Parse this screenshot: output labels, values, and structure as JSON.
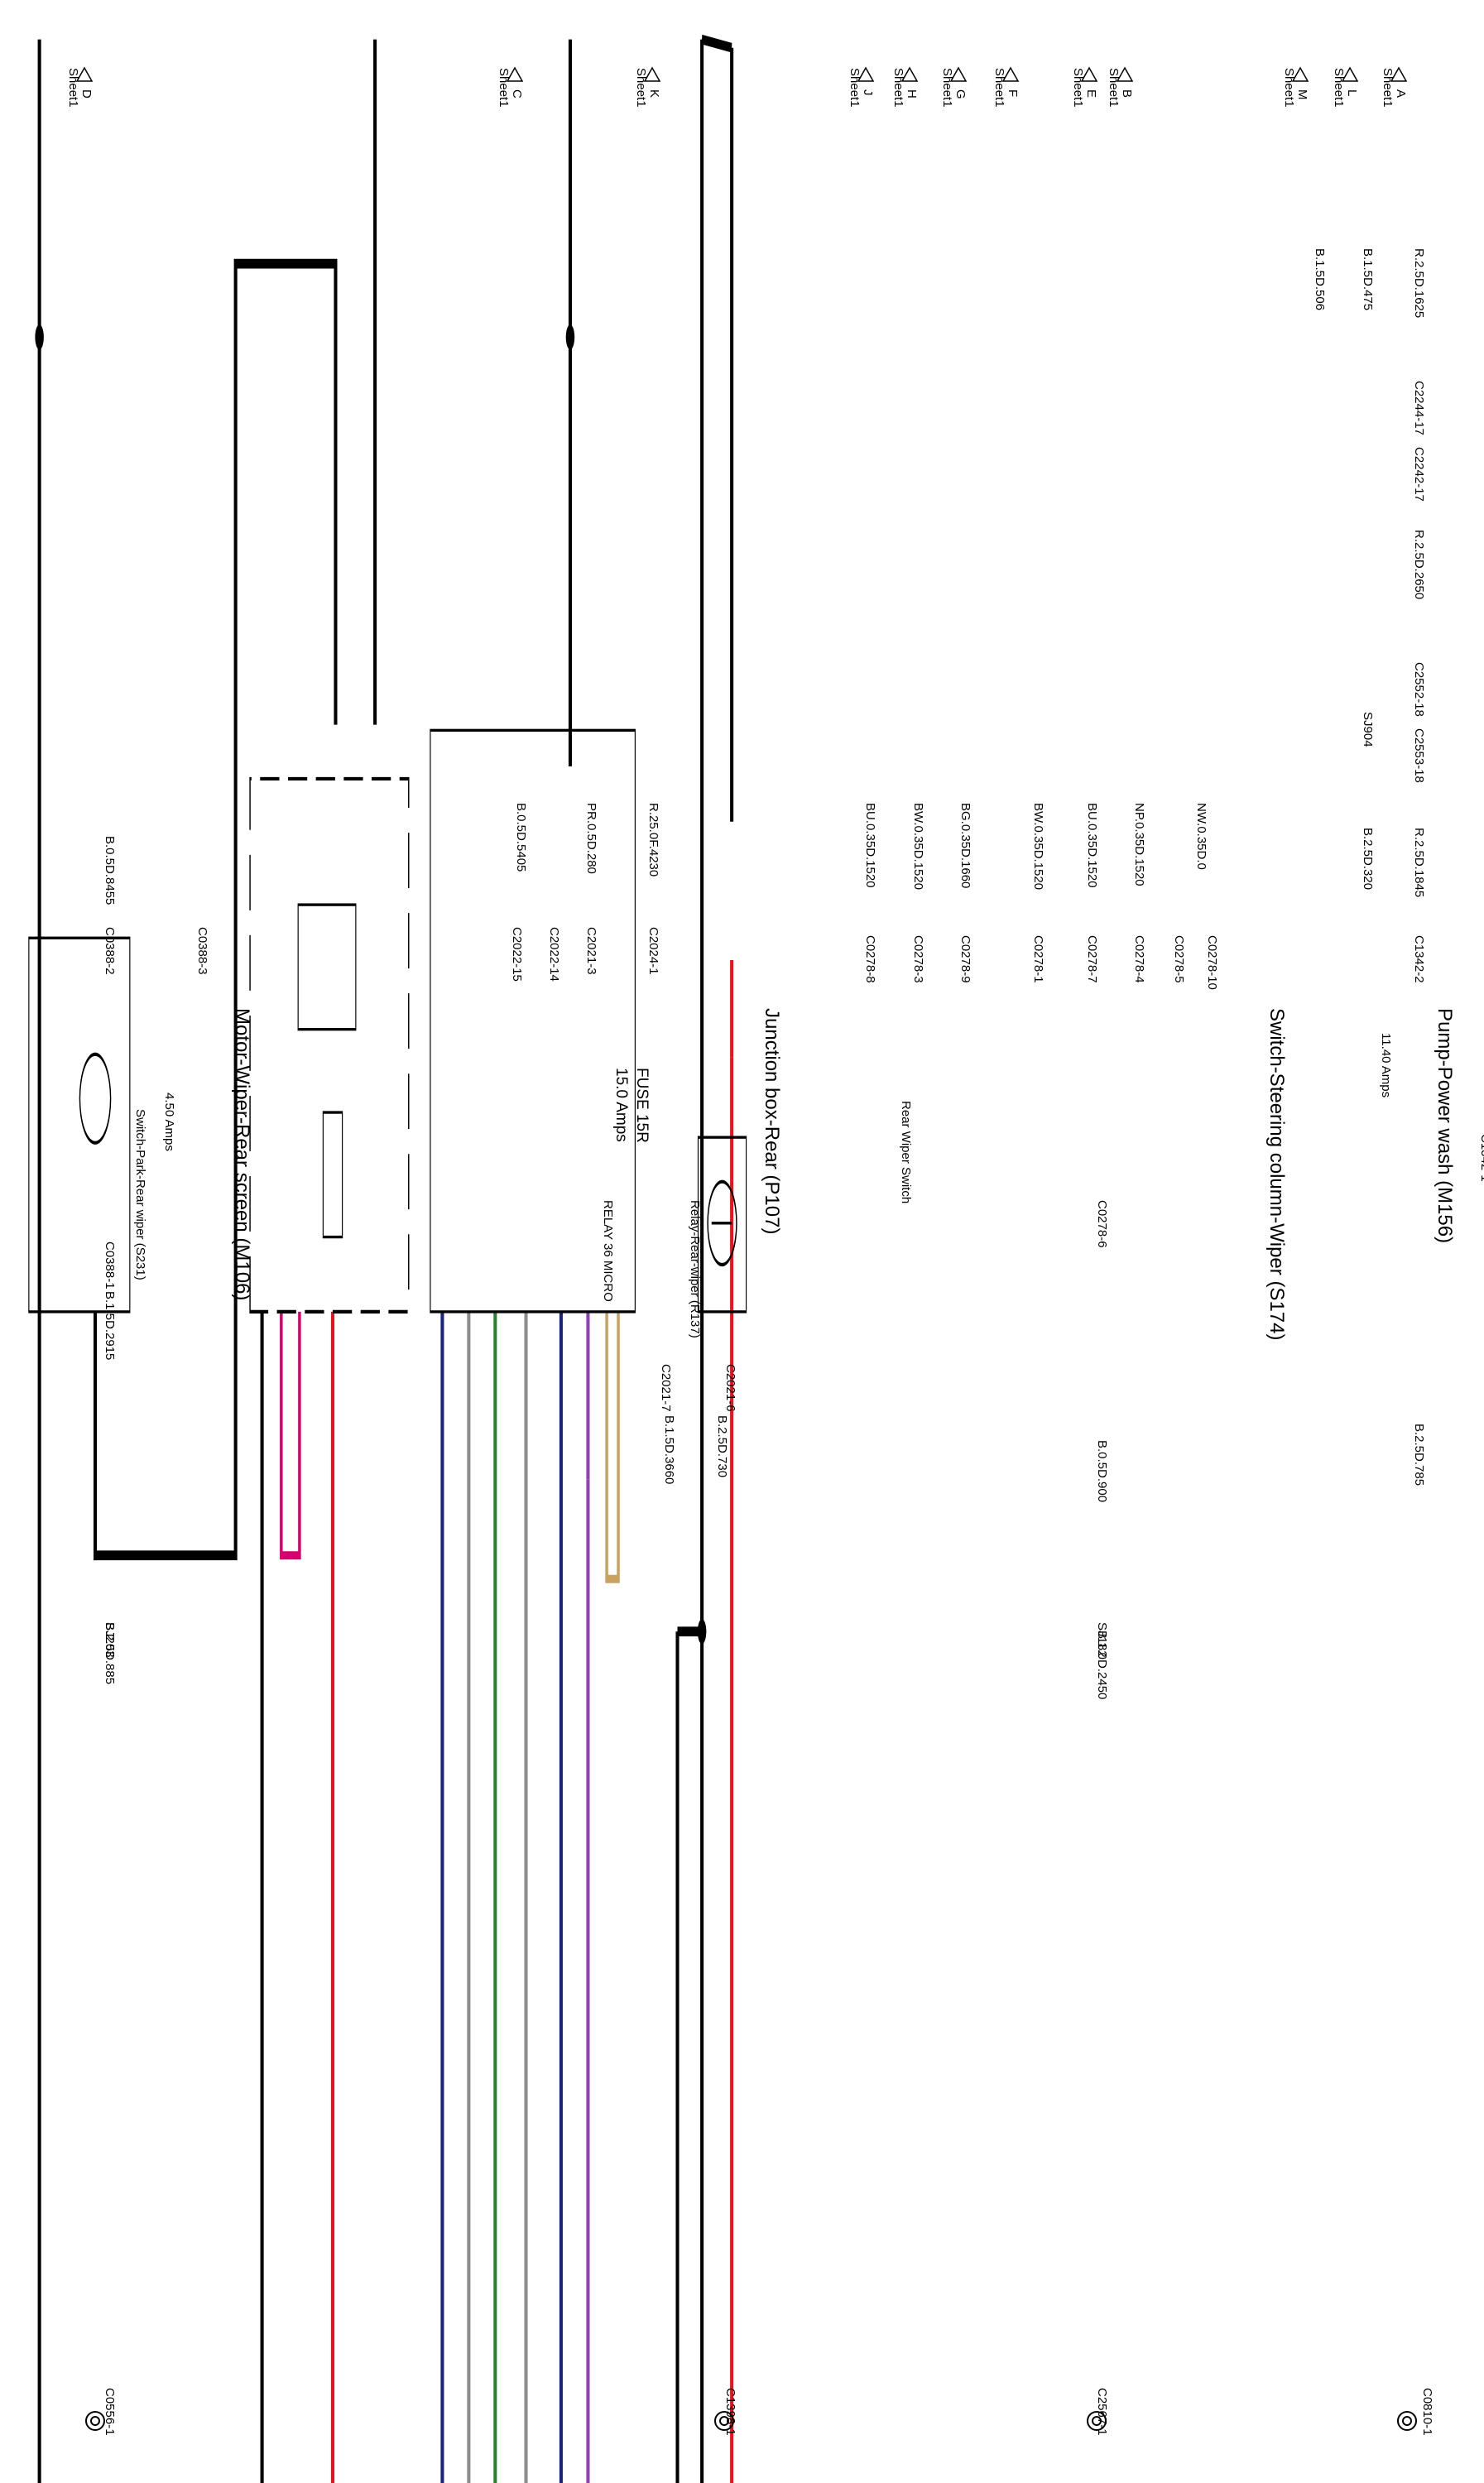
{
  "colors": {
    "B": "#000000",
    "R": "#e8141b",
    "BU": "#1a237e",
    "BW": "#8c8c8c",
    "BG": "#2e7d32",
    "NP": "#8e44ad",
    "NW": "#c8a25e",
    "PR": "#d6006e"
  },
  "sheets": [
    {
      "letter": "A",
      "sheet": "Sheet1"
    },
    {
      "letter": "L",
      "sheet": "Sheet1"
    },
    {
      "letter": "M",
      "sheet": "Sheet1"
    },
    {
      "letter": "B",
      "sheet": "Sheet1"
    },
    {
      "letter": "E",
      "sheet": "Sheet1"
    },
    {
      "letter": "F",
      "sheet": "Sheet1"
    },
    {
      "letter": "G",
      "sheet": "Sheet1"
    },
    {
      "letter": "H",
      "sheet": "Sheet1"
    },
    {
      "letter": "J",
      "sheet": "Sheet1"
    },
    {
      "letter": "K",
      "sheet": "Sheet1"
    },
    {
      "letter": "C",
      "sheet": "Sheet1"
    },
    {
      "letter": "D",
      "sheet": "Sheet1"
    }
  ],
  "wires": [
    "R.2.5D.1625",
    "B.1.5D.475",
    "B.1.5D.506",
    "R.2.5D.2650",
    "R.2.5D.1845",
    "B.2.5D.320",
    "NW.0.35D.0",
    "NP.0.35D.1520",
    "BU.0.35D.1520",
    "BW.0.35D.1520",
    "BG.0.35D.1660",
    "BW.0.35D.1520",
    "BU.0.35D.1520",
    "R.25.0F.4230",
    "PR.0.5D.280",
    "B.0.5D.5405",
    "B.0.5D.8455",
    "B.2.5D.785",
    "B.0.5D.900",
    "B.1.0D.2450",
    "B.2.5D.730",
    "B.1.5D.3660",
    "B.1.5D.2915",
    "B.2.5D.885"
  ],
  "connectors": [
    "C2244-17",
    "C2242-17",
    "C2552-18",
    "C2553-18",
    "C1342-2",
    "C1342-1",
    "C0278-10",
    "C0278-5",
    "C0278-4",
    "C0278-7",
    "C0278-1",
    "C0278-9",
    "C0278-3",
    "C0278-8",
    "C0278-6",
    "C2024-1",
    "C2021-3",
    "C2022-14",
    "C2022-15",
    "C2021-6",
    "C2021-7",
    "C0388-3",
    "C0388-2",
    "C0388-1",
    "C0810-1",
    "C2567-1",
    "C1398-1",
    "C0556-1"
  ],
  "splices": [
    "SJ904",
    "SJ182",
    "SJ203"
  ],
  "components": {
    "pump_title": "Pump-Power wash (M156)",
    "pump_rating": "11.40 Amps",
    "switch_title": "Switch-Steering column-Wiper (S174)",
    "rear_wiper_switch": "Rear Wiper Switch",
    "junction_title": "Junction box-Rear (P107)",
    "fuse_name": "FUSE 15R",
    "fuse_rating": "15.0 Amps",
    "relay_title": "Relay-Rear-wiper (R137)",
    "relay_type": "RELAY 36 MICRO",
    "motor_title": "Motor-Wiper-Rear screen (M106)",
    "motor_rating": "4.50 Amps",
    "park_switch": "Switch-Park-Rear wiper (S231)"
  }
}
